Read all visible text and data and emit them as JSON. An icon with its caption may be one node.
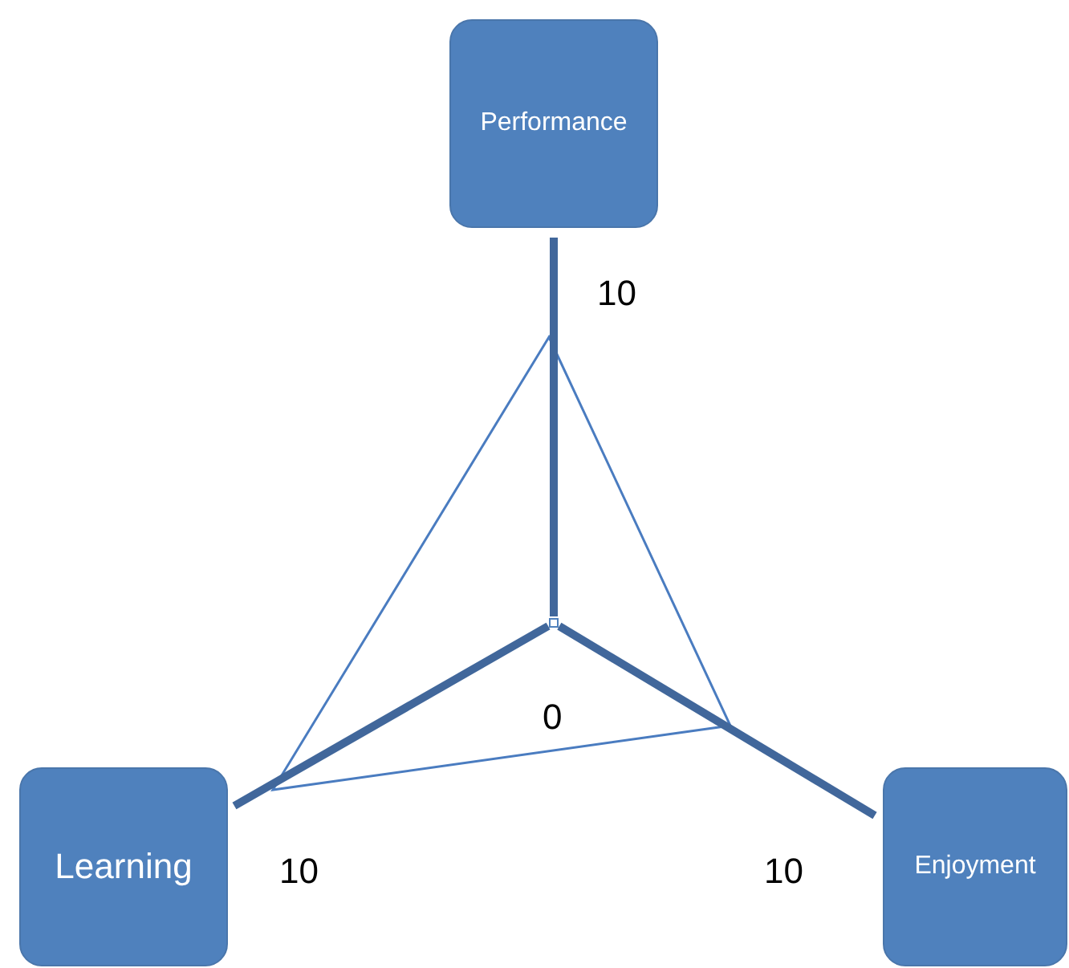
{
  "diagram": {
    "nodes": [
      {
        "text": [
          "Performance"
        ]
      },
      {
        "text": [
          "Learning"
        ]
      },
      {
        "text": [
          "Enjoyment"
        ]
      },
      {
        "text": [],
        "shape": "box"
      }
    ],
    "edges": [
      {
        "from": 3,
        "to": 0,
        "arrow": "none"
      },
      {
        "from": 3,
        "to": 1,
        "arrow": "none"
      },
      {
        "from": 3,
        "to": 2,
        "arrow": "none"
      }
    ],
    "labels": [
      "10",
      "0",
      "10",
      "10"
    ]
  }
}
